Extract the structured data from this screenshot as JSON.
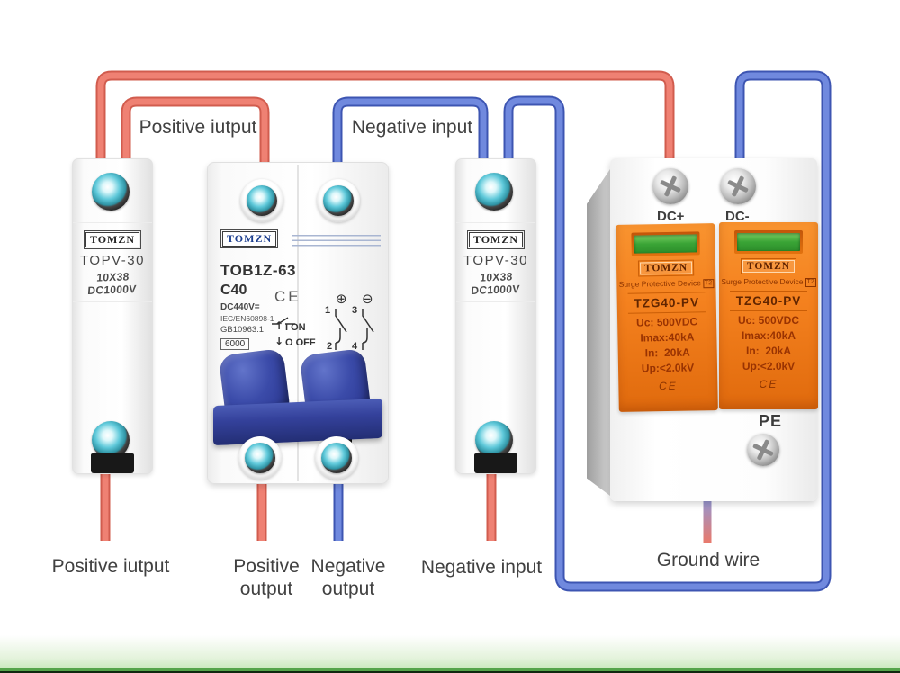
{
  "colors": {
    "positive_wire": "#ef8173",
    "positive_wire_dark": "#d15c4e",
    "negative_wire": "#7089de",
    "negative_wire_dark": "#3d55b2",
    "ground_wire_top": "#8a9ade",
    "ground_wire_bottom": "#e97a6c",
    "label_text": "#414141",
    "spd_orange": "#f5821f",
    "spd_orange_dark": "#e06a0d",
    "handle_blue": "#32409c",
    "handle_blue_dark": "#232e74",
    "screw_teal": "#5fc9da",
    "indicator_green": "#3aa436",
    "footer_green": "#55a44a",
    "brand_blue": "#1c3e8f"
  },
  "labels": {
    "top_positive": "Positive iutput",
    "top_negative": "Negative input",
    "bottom_positive_input": "Positive iutput",
    "positive_output_line1": "Positive",
    "positive_output_line2": "output",
    "negative_output_line1": "Negative",
    "negative_output_line2": "output",
    "bottom_negative_input": "Negative input",
    "ground": "Ground wire"
  },
  "fuse_left": {
    "brand": "TOMZN",
    "model": "TOPV-30",
    "rating": "10X38 DC1000V"
  },
  "fuse_right": {
    "brand": "TOMZN",
    "model": "TOPV-30",
    "rating": "10X38 DC1000V"
  },
  "breaker": {
    "brand": "TOMZN",
    "model": "TOB1Z-63",
    "current_rating": "C40",
    "voltage": "DC440V=",
    "standard_1": "IEC/EN60898-1",
    "standard_2": "GB10963.1",
    "breaking_capacity": "6000",
    "ce_mark": "CE",
    "arrow_up": "↑",
    "on_label": "I ON",
    "arrow_down": "↓",
    "off_label": "O OFF",
    "polarity_plus": "⊕",
    "polarity_minus": "⊖",
    "terminal_1": "1",
    "terminal_2": "2",
    "terminal_3": "3",
    "terminal_4": "4"
  },
  "spd": {
    "terminal_positive": "DC+",
    "terminal_negative": "DC-",
    "terminal_ground": "PE",
    "modules": [
      {
        "brand": "TOMZN",
        "type_line1": "Surge Protective",
        "type_line2": "Device",
        "class_badge": "T2",
        "model": "TZG40-PV",
        "spec_uc": "Uc: 500VDC",
        "spec_imax": "Imax:40kA",
        "spec_in": "In:  20kA",
        "spec_up": "Up:<2.0kV",
        "ce_mark": "CE"
      },
      {
        "brand": "TOMZN",
        "type_line1": "Surge Protective",
        "type_line2": "Device",
        "class_badge": "T2",
        "model": "TZG40-PV",
        "spec_uc": "Uc: 500VDC",
        "spec_imax": "Imax:40kA",
        "spec_in": "In:  20kA",
        "spec_up": "Up:<2.0kV",
        "ce_mark": "CE"
      }
    ]
  }
}
